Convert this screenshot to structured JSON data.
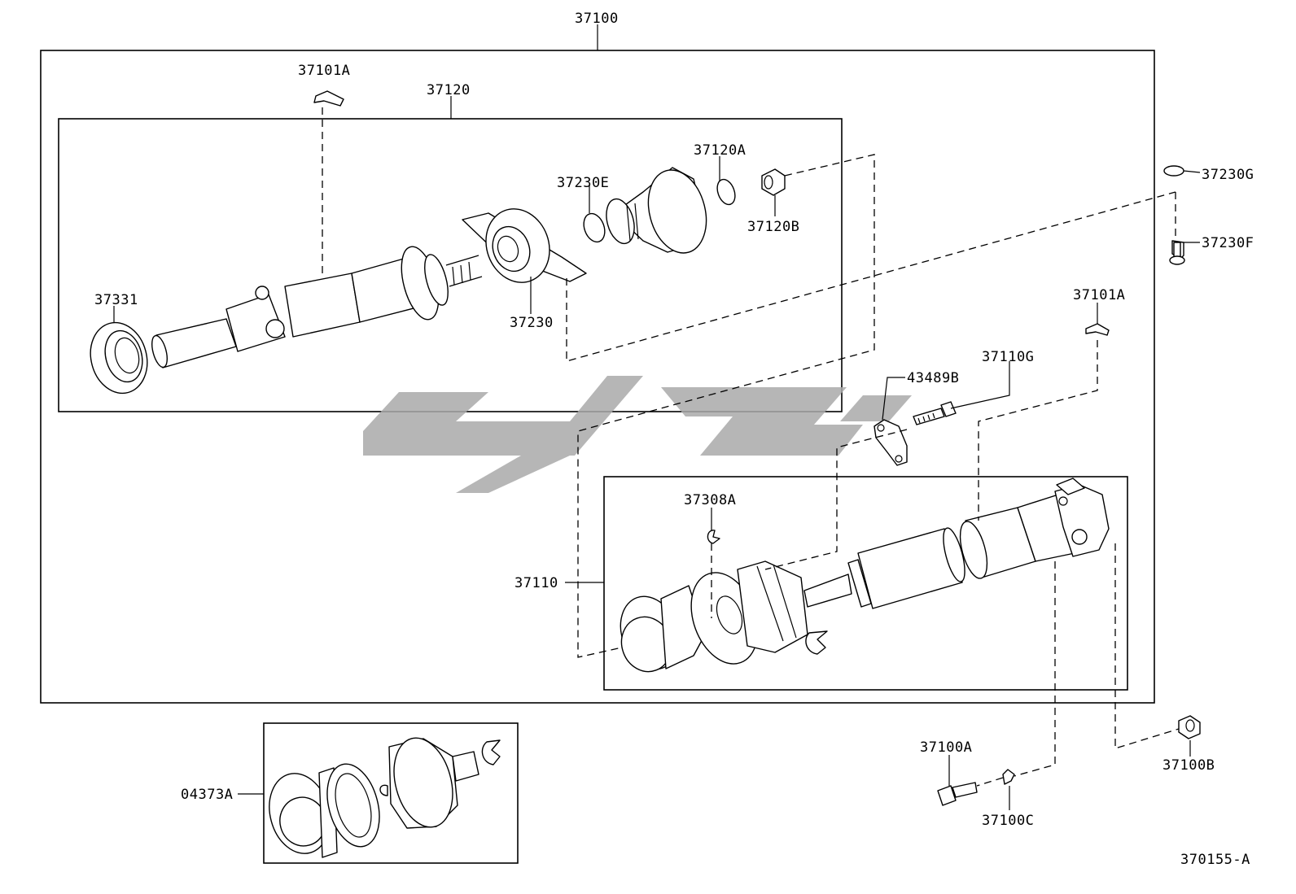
{
  "labels": {
    "assembly": "37100",
    "sub_assembly_front": "37120",
    "sub_assembly_rear": "37110",
    "clip_top": "37101A",
    "clip_right": "37101A",
    "bearing_seal": "37331",
    "center_bearing": "37230",
    "spacer": "37230E",
    "washer": "37120A",
    "nut": "37120B",
    "washer_right": "37230G",
    "bolt_right": "37230F",
    "bolt_long": "37110G",
    "plate": "43489B",
    "snap_ring": "37308A",
    "bolt_bottom": "37100A",
    "washer_bottom": "37100C",
    "nut_bottom": "37100B",
    "boot_kit": "04373A",
    "figure_code": "370155-A"
  },
  "colors": {
    "line": "#000000",
    "background": "#ffffff",
    "watermark": "#a9a9a9"
  }
}
